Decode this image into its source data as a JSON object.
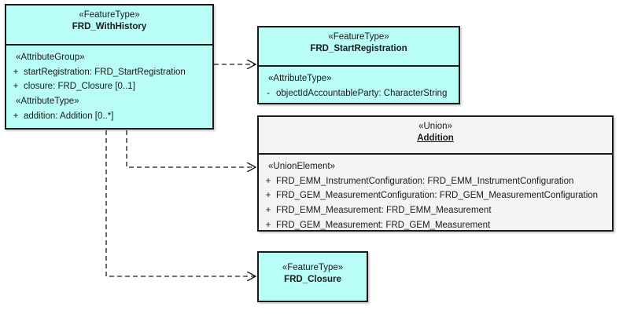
{
  "diagram": {
    "title": "FRD_WithHistory UML class diagram",
    "background_color": "#ffffff",
    "fill_featuretype": "#b8fdf6",
    "fill_union": "#f4f4f4",
    "line_color": "#1a1a1a"
  },
  "classes": {
    "with_history": {
      "stereotype": "«FeatureType»",
      "name": "FRD_WithHistory",
      "groups": [
        {
          "label": "«AttributeGroup»",
          "attributes": [
            {
              "visibility": "+",
              "text": "startRegistration: FRD_StartRegistration"
            },
            {
              "visibility": "+",
              "text": "closure: FRD_Closure [0..1]"
            }
          ]
        },
        {
          "label": "«AttributeType»",
          "attributes": [
            {
              "visibility": "+",
              "text": "addition: Addition [0..*]"
            }
          ]
        }
      ]
    },
    "start_registration": {
      "stereotype": "«FeatureType»",
      "name": "FRD_StartRegistration",
      "groups": [
        {
          "label": "«AttributeType»",
          "attributes": [
            {
              "visibility": "-",
              "text": "objectIdAccountableParty: CharacterString"
            }
          ]
        }
      ]
    },
    "addition": {
      "stereotype": "«Union»",
      "name": "Addition",
      "groups": [
        {
          "label": "«UnionElement»",
          "attributes": [
            {
              "visibility": "+",
              "text": "FRD_EMM_InstrumentConfiguration: FRD_EMM_InstrumentConfiguration"
            },
            {
              "visibility": "+",
              "text": "FRD_GEM_MeasurementConfiguration: FRD_GEM_MeasurementConfiguration"
            },
            {
              "visibility": "+",
              "text": "FRD_EMM_Measurement: FRD_EMM_Measurement"
            },
            {
              "visibility": "+",
              "text": "FRD_GEM_Measurement: FRD_GEM_Measurement"
            }
          ]
        }
      ]
    },
    "closure": {
      "stereotype": "«FeatureType»",
      "name": "FRD_Closure",
      "groups": []
    }
  },
  "connectors": [
    {
      "name": "with-history-to-start-registration",
      "style": "dashed-open-arrow"
    },
    {
      "name": "with-history-to-addition",
      "style": "dashed-open-arrow"
    },
    {
      "name": "with-history-to-closure",
      "style": "dashed-open-arrow"
    }
  ]
}
